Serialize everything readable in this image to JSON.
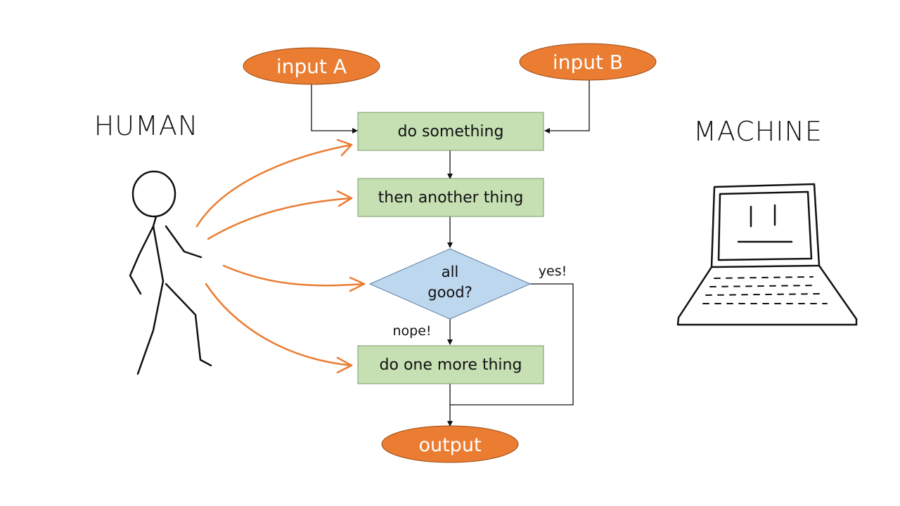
{
  "title_left": "HUMAN",
  "title_right": "MACHINE",
  "flow": {
    "input_a": "input A",
    "input_b": "input B",
    "step1": "do something",
    "step2": "then another thing",
    "decision_line1": "all",
    "decision_line2": "good?",
    "yes_label": "yes!",
    "no_label": "nope!",
    "step3": "do one more thing",
    "output": "output"
  },
  "colors": {
    "terminal_fill": "#ea7d32",
    "process_fill": "#c6e0b4",
    "decision_fill": "#bdd7ee",
    "accent_arrow": "#ea7d32",
    "ink": "#111111"
  }
}
